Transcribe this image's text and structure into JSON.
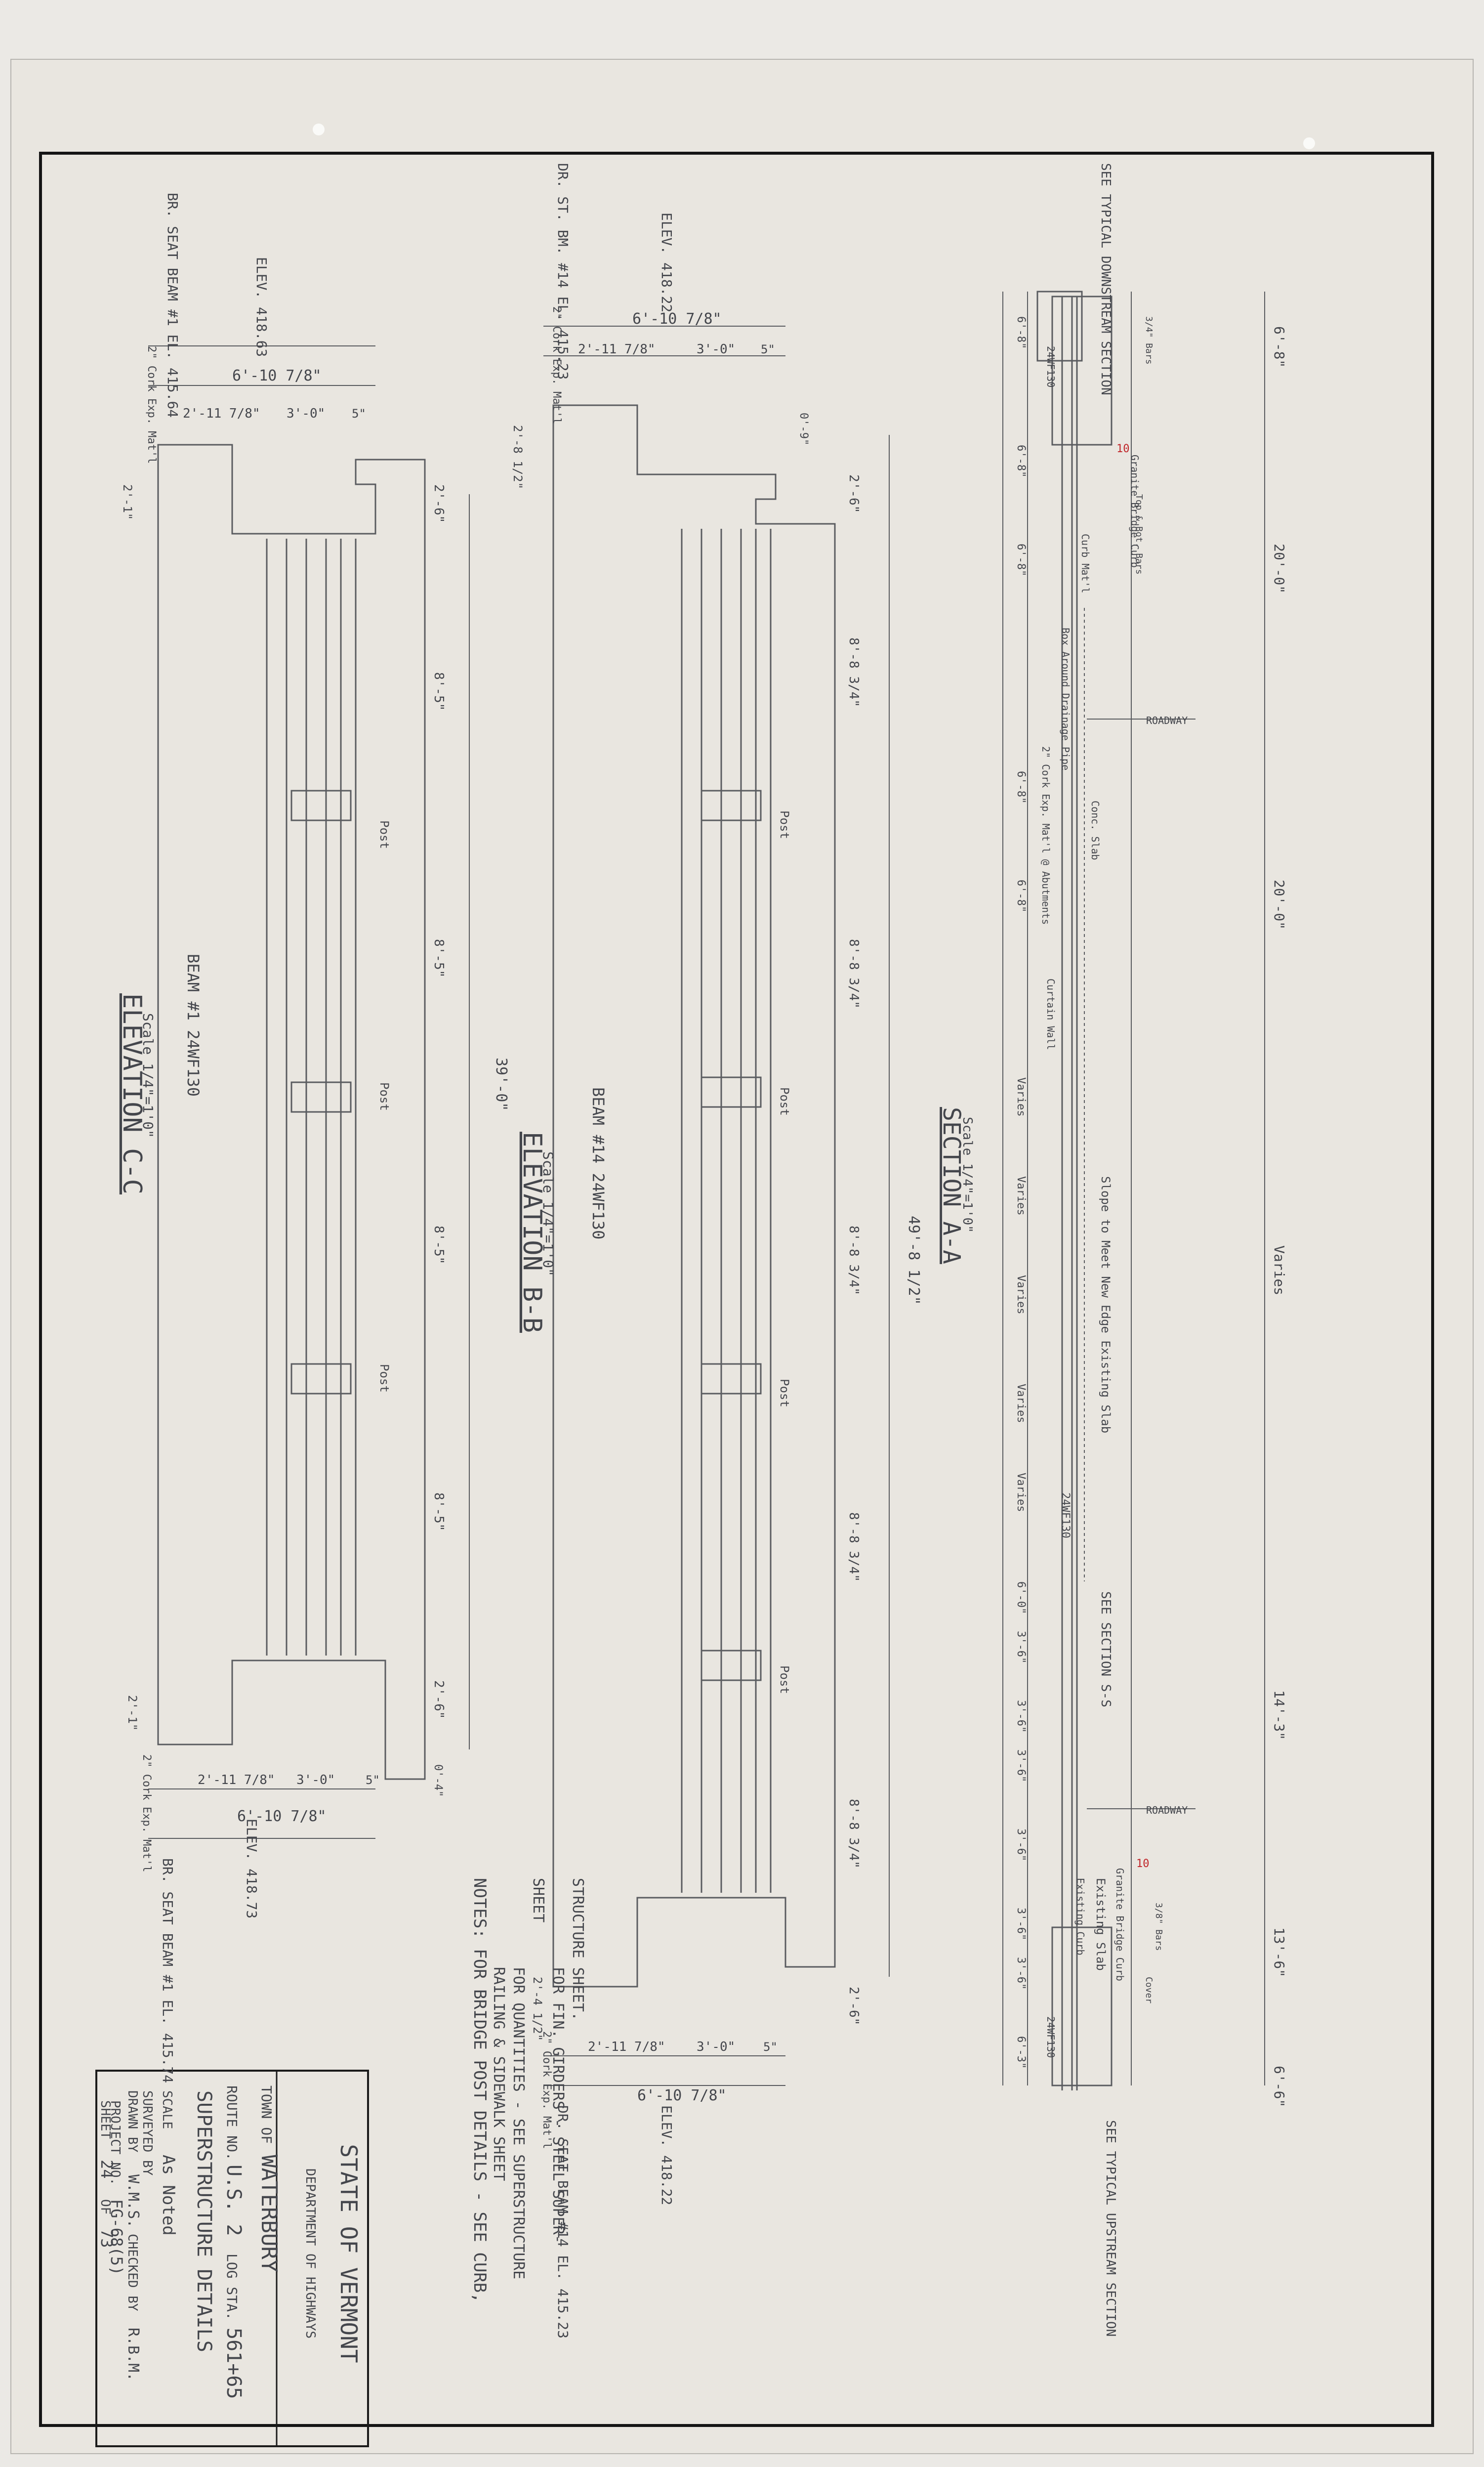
{
  "title_block": {
    "state": "STATE OF VERMONT",
    "department": "DEPARTMENT OF HIGHWAYS",
    "town_label": "TOWN OF",
    "town": "WATERBURY",
    "route_label": "ROUTE NO.",
    "route": "U.S. 2",
    "log_sta_label": "LOG STA.",
    "log_sta": "561+65",
    "sheet_title": "SUPERSTRUCTURE DETAILS",
    "scale_label": "SCALE",
    "scale": "As Noted",
    "surveyed_label": "SURVEYED BY",
    "drawn_label": "DRAWN BY",
    "drawn_by": "W.M.S.",
    "checked_label": "CHECKED BY",
    "checked_by": "R.B.M.",
    "project_label": "PROJECT NO.",
    "project_no": "FG-68(5)",
    "sheet_label": "SHEET",
    "sheet_no": "24",
    "of_label": "OF",
    "sheet_total": "73"
  },
  "notes": {
    "line1": "NOTES: FOR BRIDGE POST DETAILS - SEE CURB,",
    "line2": "RAILING & SIDEWALK SHEET",
    "line3": "FOR QUANTITIES - SEE SUPERSTRUCTURE",
    "line4": "SHEET",
    "line5": "FOR FIN. GIRDERS - STEEL SUPER-",
    "line6": "STRUCTURE SHEET."
  },
  "elevation_cc": {
    "title": "ELEVATION C-C",
    "scale": "Scale 1/4\"=1'0\"",
    "beam": "BEAM #1 24WF130",
    "elev_top": "ELEV. 418.63",
    "elev_bottom": "ELEV. 418.73",
    "seat_top": "BR. SEAT BEAM #1 EL. 415.64",
    "seat_bottom": "BR. SEAT BEAM #1 EL. 415.74",
    "cork_top": "2\" Cork Exp. Mat'l",
    "cork_bottom": "2\" Cork Exp. Mat'l",
    "dim_overall_top": "6'-10 7/8\"",
    "dim_a_top": "2'-11 7/8\"",
    "dim_b_top": "3'-0\"",
    "dim_c_top": "5\"",
    "dim_overall_bottom": "6'-10 7/8\"",
    "dim_a_bottom": "2'-11 7/8\"",
    "dim_b_bottom": "3'-0\"",
    "dim_c_bottom": "5\"",
    "dim_end_top": "2'-1\"",
    "dim_end_bottom": "2'-1\"",
    "dim_total": "39'-0\"",
    "dim_s1": "2'-6\"",
    "dim_s2": "8'-5\"",
    "dim_s3": "8'-5\"",
    "dim_s4": "8'-5\"",
    "dim_s5": "8'-5\"",
    "dim_s6": "2'-6\"",
    "dim_s7": "0'-4\"",
    "post_label": "Post"
  },
  "elevation_bb": {
    "title": "ELEVATION B-B",
    "scale": "Scale 1/4\"=1'0\"",
    "beam": "BEAM #14 24WF130",
    "elev_top": "ELEV. 418.22",
    "elev_bottom": "ELEV. 418.22",
    "seat_top": "DR. ST. BM. #14 EL. 415.23",
    "seat_bottom": "DR. SEAT BEAM #14 EL. 415.23",
    "cork_top": "2\" Cork Exp. Mat'l",
    "cork_bottom": "2\" Cork Exp. Mat'l",
    "dim_overall_top": "6'-10 7/8\"",
    "dim_a_top": "2'-11 7/8\"",
    "dim_b_top": "3'-0\"",
    "dim_c_top": "5\"",
    "dim_overall_bottom": "6'-10 7/8\"",
    "dim_a_bottom": "2'-11 7/8\"",
    "dim_b_bottom": "3'-0\"",
    "dim_c_bottom": "5\"",
    "dim_end_top": "2'-8 1/2\"",
    "dim_end_bottom": "2'-4 1/2\"",
    "dim_total": "49'-8 1/2\"",
    "dim_s1": "2'-6\"",
    "dim_s2": "8'-8 3/4\"",
    "dim_s3": "8'-8 3/4\"",
    "dim_s4": "8'-8 3/4\"",
    "dim_s5": "8'-8 3/4\"",
    "dim_s6": "8'-8 3/4\"",
    "dim_s7": "2'-6\"",
    "dim_top_s": "0'-9\"",
    "post_label": "Post"
  },
  "section_aa": {
    "title": "SECTION A-A",
    "scale": "Scale 1/4\"=1'0\"",
    "see_downstream": "SEE TYPICAL DOWNSTREAM SECTION",
    "see_upstream": "SEE TYPICAL UPSTREAM SECTION",
    "see_section": "SEE SECTION S-S",
    "roadway_top": "ROADWAY",
    "roadway_bottom": "ROADWAY",
    "dim_r1": "6'-8\"",
    "dim_r2": "20'-0\"",
    "dim_r3": "20'-0\"",
    "dim_r4": "Varies",
    "dim_r5": "14'-3\"",
    "dim_r6": "13'-6\"",
    "dim_r7": "6'-6\"",
    "beam_label_1": "24WF130",
    "beam_label_2": "24WF130",
    "beam_label_3": "24WF130",
    "spacing_1": "6'-8\"",
    "spacing_2": "6'-8\"",
    "spacing_3": "6'-8\"",
    "spacing_4": "6'-8\"",
    "spacing_5": "6'-8\"",
    "varies_1": "Varies",
    "varies_2": "Varies",
    "varies_3": "Varies",
    "varies_4": "Varies",
    "varies_5": "Varies",
    "spacing_6": "6'-0\"",
    "spacing_7": "3'-6\"",
    "spacing_8": "3'-6\"",
    "spacing_9": "3'-6\"",
    "spacing_10": "3'-6\"",
    "spacing_11": "3'-6\"",
    "spacing_12": "3'-6\"",
    "spacing_13": "6'-3\"",
    "note_slope": "Slope to Meet New Edge Existing Slab",
    "note_curb_1": "Conc. Slab",
    "note_curb_2": "Curb Mat'l",
    "note_curb_3": "Box Around Drainage Pipe",
    "note_curb_4": "2\" Cork Exp. Mat'l @ Abutments",
    "note_curb_5": "Curtain Wall",
    "note_curb_6": "Existing Slab",
    "note_curb_7": "Existing Curb",
    "note_curb_8": "Granite Bridge Curb",
    "note_curb_9": "Granite Bridge Curb",
    "note_bars_1": "3/4\" Bars",
    "note_bars_2": "Top & Bot. Bars",
    "note_bars_3": "3/8\" Bars",
    "note_bars_4": "Cover",
    "rev_1": "10",
    "rev_2": "10"
  }
}
